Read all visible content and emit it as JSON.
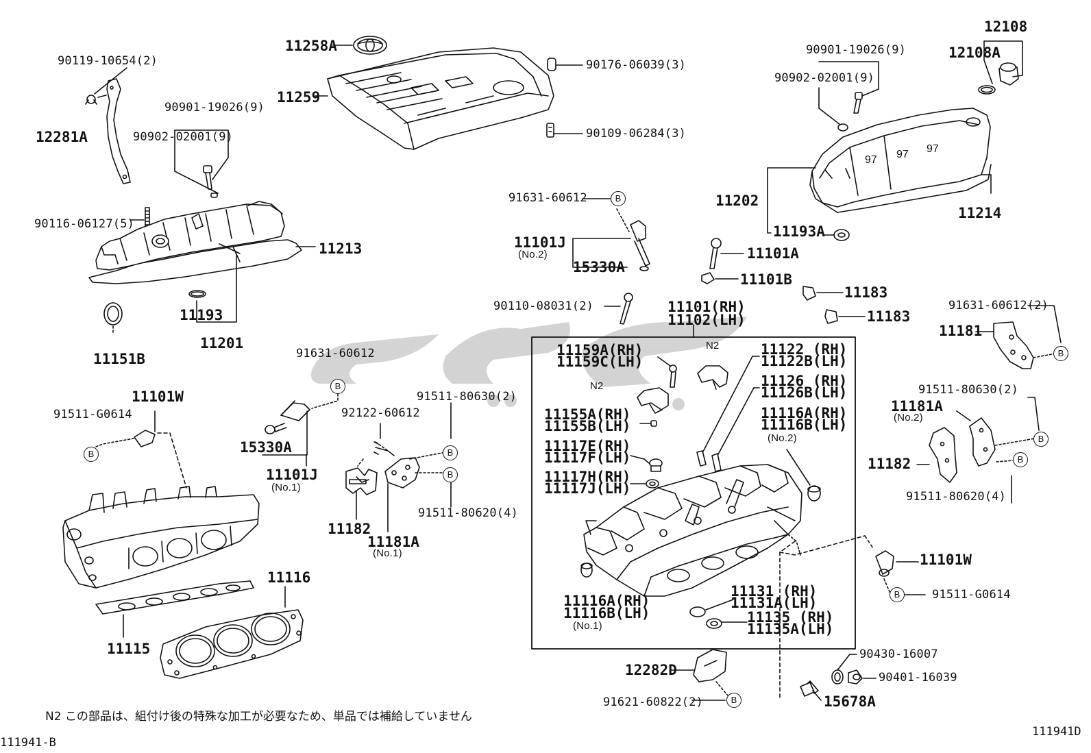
{
  "note": "N2 この部品は、組付け後の特殊な加工が必要なため、単品では補給していません",
  "diagram_code_left": "111941-B",
  "diagram_code_right": "111941D",
  "bolt_marker": "B",
  "n2_marker": "N2",
  "labels": {
    "p90119": "90119-10654(2)",
    "p12281A": "12281A",
    "p90901a": "90901-19026(9)",
    "p90902a": "90902-02001(9)",
    "p90116": "90116-06127(5)",
    "p11213": "11213",
    "p11193": "11193",
    "p11201": "11201",
    "p11151B": "11151B",
    "p11258A": "11258A",
    "p11259": "11259",
    "p90176": "90176-06039(3)",
    "p90109": "90109-06284(3)",
    "p90901b": "90901-19026(9)",
    "p90902b": "90902-02001(9)",
    "p12108": "12108",
    "p12108A": "12108A",
    "p11202": "11202",
    "p11214": "11214",
    "p11193A": "11193A",
    "p91631a": "91631-60612",
    "p11101Ja": "11101J",
    "p11101Ja_sub": "(No.2)",
    "p15330Aa": "15330A",
    "p11101A": "11101A",
    "p11101B": "11101B",
    "p11183a": "11183",
    "p11183b": "11183",
    "p90110": "90110-08031(2)",
    "p11101RH": "11101(RH)",
    "p11102LH": "11102(LH)",
    "p91631b": "91631-60612(2)",
    "p11181": "11181",
    "p11159A": "11159A(RH)",
    "p11159C": "11159C(LH)",
    "p11122": "11122 (RH)",
    "p11122B": "11122B(LH)",
    "p11126": "11126 (RH)",
    "p11126B": "11126B(LH)",
    "p11155A": "11155A(RH)",
    "p11155B": "11155B(LH)",
    "p11116A2": "11116A(RH)",
    "p11116B2": "11116B(LH)",
    "p11116_no2": "(No.2)",
    "p11117E": "11117E(RH)",
    "p11117F": "11117F(LH)",
    "p11117H": "11117H(RH)",
    "p11117J": "11117J(LH)",
    "p91511a": "91511-80630(2)",
    "p11181A2": "11181A",
    "p11181A2_sub": "(No.2)",
    "p11182b": "11182",
    "p91511b": "91511-80620(4)",
    "p91631c": "91631-60612",
    "p11101W1": "11101W",
    "p91511G1": "91511-G0614",
    "p15330Ab": "15330A",
    "p11101Jb": "11101J",
    "p11101Jb_sub": "(No.1)",
    "p92122": "92122-60612",
    "p91511c": "91511-80630(2)",
    "p91511d": "91511-80620(4)",
    "p11182a": "11182",
    "p11181A1": "11181A",
    "p11181A1_sub": "(No.1)",
    "p11116": "11116",
    "p11115": "11115",
    "p11116A1": "11116A(RH)",
    "p11116B1": "11116B(LH)",
    "p11116_no1": "(No.1)",
    "p11131": "11131 (RH)",
    "p11131A": "11131A(LH)",
    "p11135": "11135 (RH)",
    "p11135A": "11135A(LH)",
    "p11101W2": "11101W",
    "p91511G2": "91511-G0614",
    "p12282D": "12282D",
    "p91621": "91621-60822(2)",
    "p90430": "90430-16007",
    "p90401": "90401-16039",
    "p15678A": "15678A"
  }
}
